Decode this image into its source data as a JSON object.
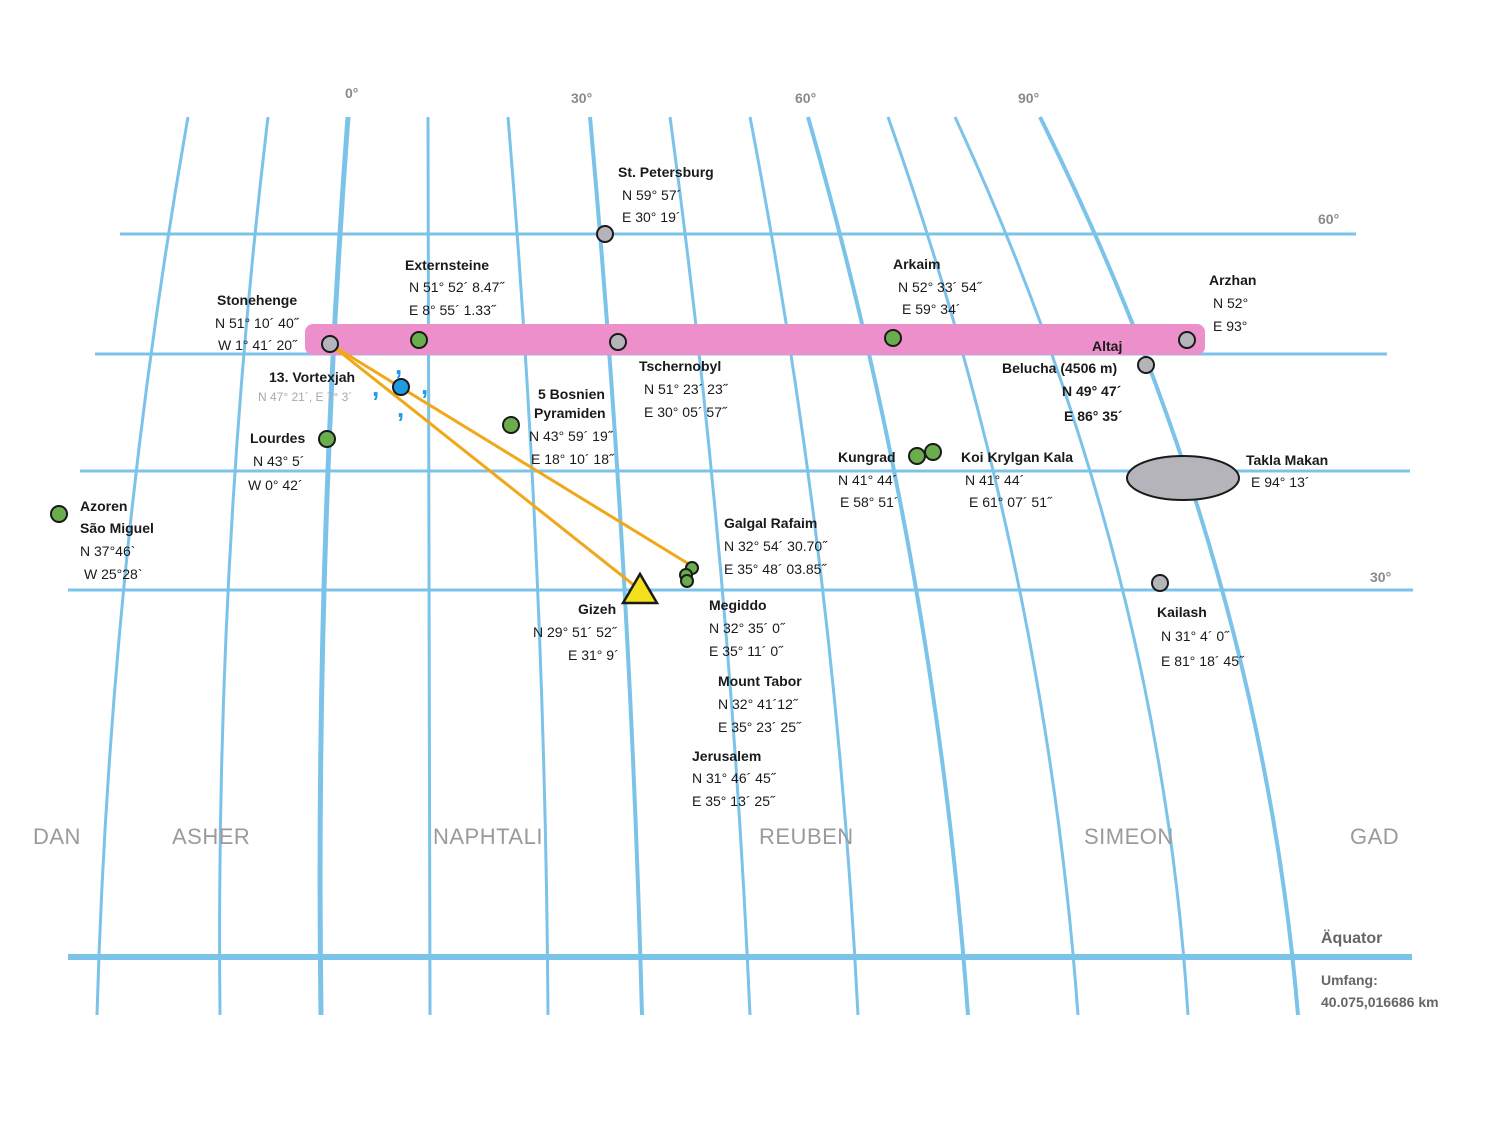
{
  "colors": {
    "grid": "#7cc3ea",
    "band": "#ec8fcb",
    "site_green": "#6aad4c",
    "site_grey": "#b4b4ba",
    "vortex_blue": "#1f9be0",
    "line_orange": "#f0a818",
    "pyramid_yellow": "#f4e01c",
    "takla_grey": "#b4b4ba"
  },
  "longitude_ticks": [
    "0°",
    "30°",
    "60°",
    "90°"
  ],
  "latitude_ticks": [
    "60°",
    "30°"
  ],
  "equator": {
    "label": "Äquator",
    "circumference_label": "Umfang:",
    "circumference_value": "40.075,016686 km"
  },
  "tribes": [
    "DAN",
    "ASHER",
    "NAPHTALI",
    "REUBEN",
    "SIMEON",
    "GAD"
  ],
  "sites": {
    "st_petersburg": {
      "name": "St. Petersburg",
      "lat": "N 59° 57´",
      "lon": "E 30° 19´"
    },
    "externsteine": {
      "name": "Externsteine",
      "lat": "N 51° 52´ 8.47˝",
      "lon": "E 8° 55´ 1.33˝"
    },
    "stonehenge": {
      "name": "Stonehenge",
      "lat": "N 51° 10´ 40˝",
      "lon": "W 1° 41´ 20˝"
    },
    "arkaim": {
      "name": "Arkaim",
      "lat": "N 52° 33´ 54˝",
      "lon": "E 59° 34´"
    },
    "arzhan": {
      "name": "Arzhan",
      "lat": "N 52°",
      "lon": "E 93°"
    },
    "tschernobyl": {
      "name": "Tschernobyl",
      "lat": "N 51° 23´ 23˝",
      "lon": "E 30° 05´ 57˝"
    },
    "altaj": {
      "name": "Altaj"
    },
    "belucha": {
      "name": "Belucha (4506 m)",
      "lat": "N 49° 47´",
      "lon": "E 86° 35´"
    },
    "vortexjah": {
      "name": "13. Vortexjah",
      "coords": "N 47° 21´, E 7° 3´"
    },
    "bosnien": {
      "name_line1": "5 Bosnien",
      "name_line2": "Pyramiden",
      "lat": "N 43° 59´ 19˝",
      "lon": "E 18° 10´ 18˝"
    },
    "lourdes": {
      "name": "Lourdes",
      "lat": "N 43° 5´",
      "lon": "W 0° 42´"
    },
    "kungrad": {
      "name": "Kungrad",
      "lat": "N 41° 44´",
      "lon": "E 58° 51´"
    },
    "koi_krylgan": {
      "name": "Koi Krylgan Kala",
      "lat": "N 41° 44´",
      "lon": "E 61° 07´ 51˝"
    },
    "takla_makan": {
      "name": "Takla Makan",
      "lon": "E 94° 13´"
    },
    "azoren": {
      "name_line1": "Azoren",
      "name_line2": "São Miguel",
      "lat": "N 37°46`",
      "lon": "W 25°28`"
    },
    "galgal_rafaim": {
      "name": "Galgal Rafaim",
      "lat": "N 32° 54´ 30.70˝",
      "lon": "E 35° 48´ 03.85˝"
    },
    "gizeh": {
      "name": "Gizeh",
      "lat": "N 29° 51´ 52˝",
      "lon": "E 31° 9´"
    },
    "megiddo": {
      "name": "Megiddo",
      "lat": "N 32° 35´ 0˝",
      "lon": "E 35° 11´ 0˝"
    },
    "kailash": {
      "name": "Kailash",
      "lat": "N 31°  4´  0˝",
      "lon": "E 81° 18´ 45˝"
    },
    "mount_tabor": {
      "name": "Mount Tabor",
      "lat": "N 32° 41´12˝",
      "lon": "E 35° 23´ 25˝"
    },
    "jerusalem": {
      "name": "Jerusalem",
      "lat": "N 31° 46´ 45˝",
      "lon": "E 35° 13´ 25˝"
    }
  }
}
